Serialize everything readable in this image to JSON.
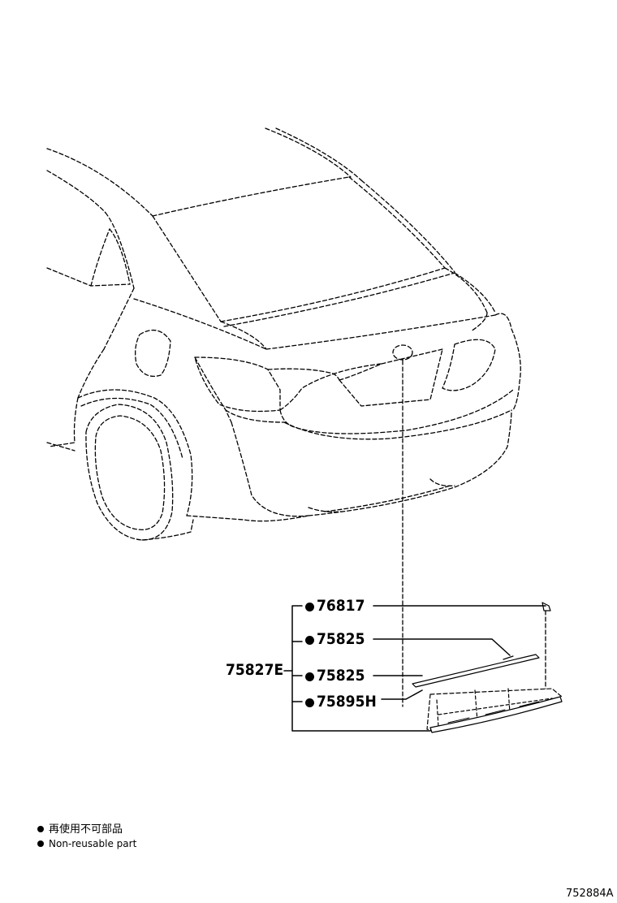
{
  "callouts": {
    "assembly": "75827E",
    "emblem": "76817",
    "moulding_upper": "75825",
    "moulding_lower": "75825",
    "garnish": "75895H"
  },
  "legend": {
    "jp": "再使用不可部品",
    "en": "Non-reusable part"
  },
  "illustration_id": "752884A"
}
